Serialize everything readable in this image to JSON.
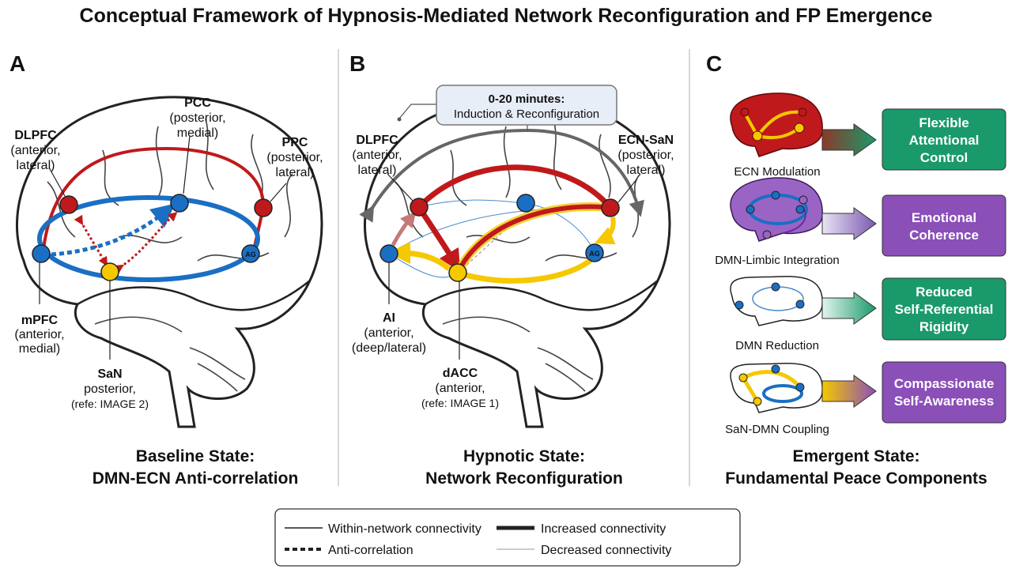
{
  "title": "Conceptual Framework of Hypnosis-Mediated Network Reconfiguration and FP Emergence",
  "colors": {
    "ecn_red": "#c0191b",
    "dmn_blue": "#1a6fc4",
    "san_yellow": "#f5c800",
    "green_box": "#1a9a6a",
    "purple_box": "#8b4fb8"
  },
  "panel_a": {
    "letter": "A",
    "labels": {
      "dlpfc": [
        "DLPFC",
        "(anterior,",
        "lateral)"
      ],
      "pcc": [
        "PCC",
        "(posterior,",
        "medial)"
      ],
      "ppc": [
        "PPC",
        "(posterior,",
        "lateral)"
      ],
      "mpfc": [
        "mPFC",
        "(anterior,",
        "medial)"
      ],
      "san": [
        "SaN",
        "posterior,",
        "(refe: IMAGE 2)"
      ]
    },
    "ag_label": "AG",
    "caption": [
      "Baseline State:",
      "DMN-ECN Anti-correlation"
    ]
  },
  "panel_b": {
    "letter": "B",
    "timebox": [
      "0-20 minutes:",
      "Induction & Reconfiguration"
    ],
    "labels": {
      "dlpfc": [
        "DLPFC",
        "(anterior,",
        "lateral)"
      ],
      "ecn_san": [
        "ECN-SaN",
        "(posterior,",
        "lateral)"
      ],
      "ai": [
        "AI",
        "(anterior,",
        "(deep/lateral)"
      ],
      "dacc": [
        "dACC",
        "(anterior,",
        "(refe: IMAGE 1)"
      ]
    },
    "ag_label": "AG",
    "caption": [
      "Hypnotic State:",
      "Network Reconfiguration"
    ]
  },
  "panel_c": {
    "letter": "C",
    "rows": [
      {
        "brain_label": "ECN Modulation",
        "outcome": [
          "Flexible",
          "Attentional",
          "Control"
        ],
        "color": "green"
      },
      {
        "brain_label": "DMN-Limbic Integration",
        "outcome": [
          "Emotional",
          "Coherence"
        ],
        "color": "purple"
      },
      {
        "brain_label": "DMN Reduction",
        "outcome": [
          "Reduced",
          "Self-Referential",
          "Rigidity"
        ],
        "color": "green"
      },
      {
        "brain_label": "SaN-DMN Coupling",
        "outcome": [
          "Compassionate",
          "Self-Awareness"
        ],
        "color": "purple"
      }
    ],
    "caption": [
      "Emergent State:",
      "Fundamental Peace Components"
    ]
  },
  "legend": {
    "within": "Within-network connectivity",
    "anti": "Anti-correlation",
    "increased": "Increased connectivity",
    "decreased": "Decreased connectivity"
  }
}
